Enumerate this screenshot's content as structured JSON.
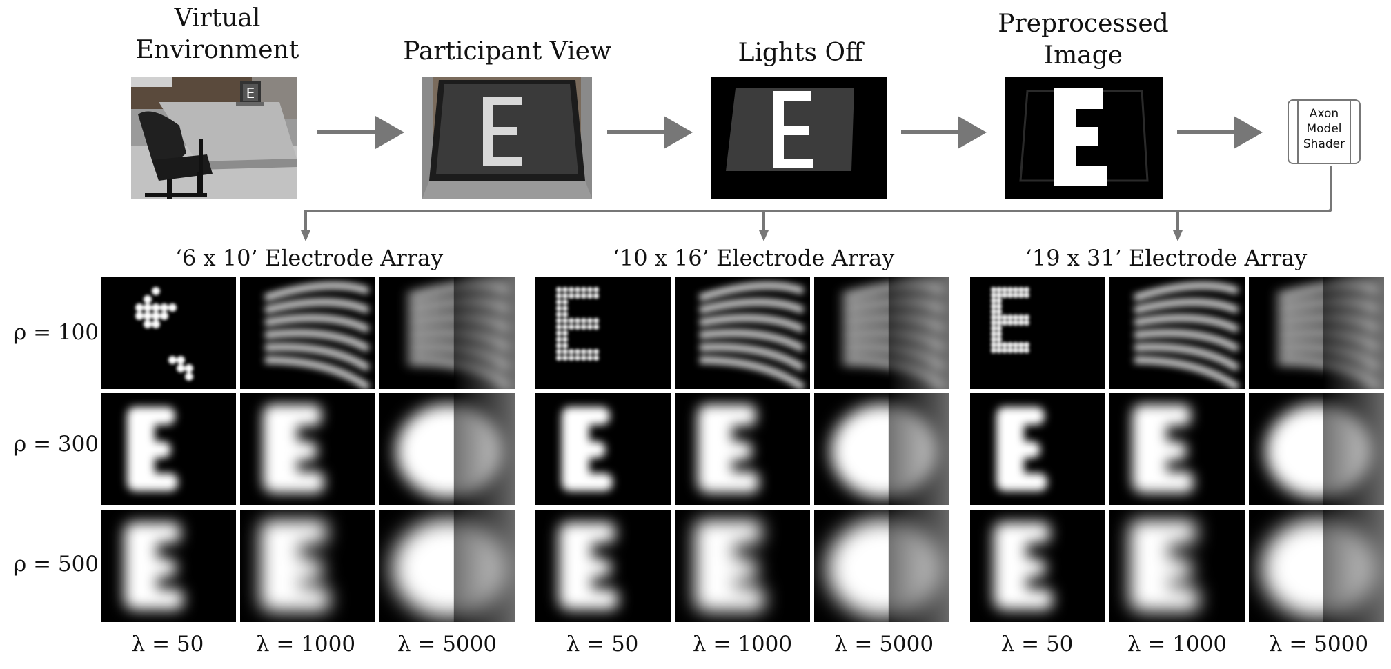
{
  "pipeline": {
    "stages": [
      {
        "label": "Virtual\nEnvironment"
      },
      {
        "label": "Participant View"
      },
      {
        "label": "Lights Off"
      },
      {
        "label": "Preprocessed\nImage"
      }
    ],
    "shader_label": "Axon\nModel\nShader",
    "letter": "E"
  },
  "arrays": [
    {
      "label": "‘6 x 10’ Electrode Array"
    },
    {
      "label": "‘10 x 16’ Electrode Array"
    },
    {
      "label": "‘19 x 31’ Electrode Array"
    }
  ],
  "rows": [
    "ρ = 100",
    "ρ = 300",
    "ρ = 500"
  ],
  "cols": [
    "λ = 50",
    "λ = 1000",
    "λ = 5000"
  ],
  "colors": {
    "arrow": "#777777",
    "background": "#000000",
    "phosphene": "#ffffff"
  }
}
